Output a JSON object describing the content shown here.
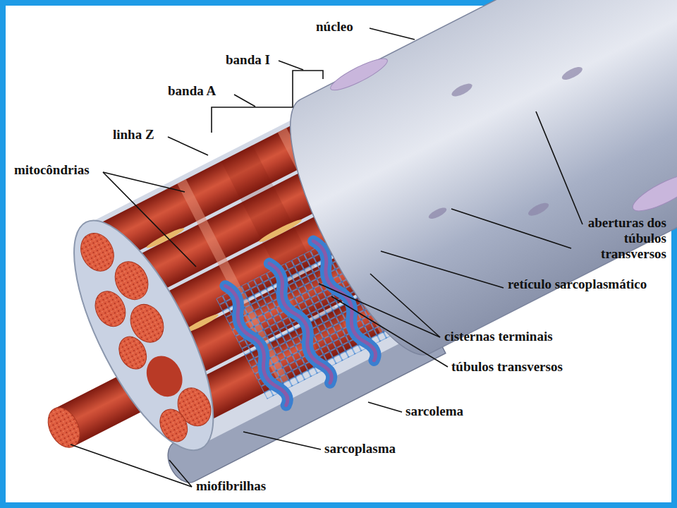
{
  "diagram": {
    "labels": [
      "núcleo",
      "banda I",
      "banda A",
      "linha Z",
      "mitocôndrias",
      "aberturas dos túbulos transversos",
      "retículo sarcoplasmático",
      "cisternas terminais",
      "túbulos transversos",
      "sarcolema",
      "sarcoplasma",
      "miofibrilhas"
    ]
  }
}
